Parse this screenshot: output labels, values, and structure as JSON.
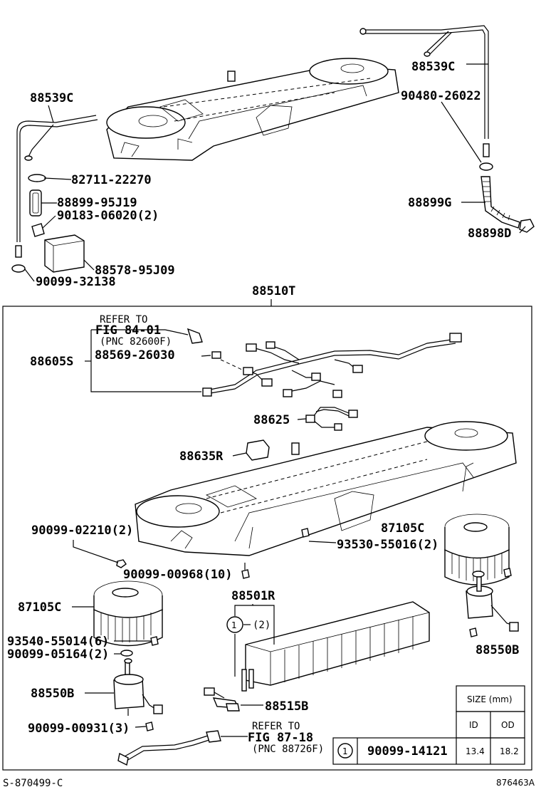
{
  "labels": {
    "p88539c_right": "88539C",
    "p90480": "90480-26022",
    "p88539c_left": "88539C",
    "p82711": "82711-22270",
    "p88899_95j19": "88899-95J19",
    "p90183": "90183-06020(2)",
    "p88578": "88578-95J09",
    "p90099_32138": "90099-32138",
    "p88899g": "88899G",
    "p88898d": "88898D",
    "p88510t": "88510T",
    "p88605s": "88605S",
    "p88569": "88569-26030",
    "p88625": "88625",
    "p88635r": "88635R",
    "p90099_02210": "90099-02210(2)",
    "p87105c_right": "87105C",
    "p93530": "93530-55016(2)",
    "p90099_00968": "90099-00968(10)",
    "p88501r": "88501R",
    "p87105c_left": "87105C",
    "p93540": "93540-55014(6)",
    "p90099_05164": "90099-05164(2)",
    "p88550b_right": "88550B",
    "p88550b_left": "88550B",
    "p88515b": "88515B",
    "p90099_00931": "90099-00931(3)",
    "circle_qty": "(2)",
    "circle_num": "1"
  },
  "refer1": {
    "line1": "REFER TO",
    "line2": "FIG 84-01",
    "line3": "(PNC 82600F)"
  },
  "refer2": {
    "line1": "REFER TO",
    "line2": "FIG 87-18",
    "line3": "(PNC 88726F)"
  },
  "size_table": {
    "header": "SIZE (mm)",
    "col_id": "ID",
    "col_od": "OD",
    "row_num": "1",
    "row_part": "90099-14121",
    "row_id": "13.4",
    "row_od": "18.2"
  },
  "footer": {
    "left": "S-870499-C",
    "right": "876463A"
  }
}
